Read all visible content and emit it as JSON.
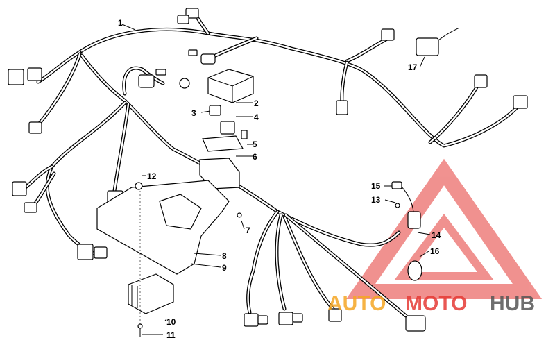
{
  "callouts": {
    "c1": "1",
    "c2": "2",
    "c3": "3",
    "c4": "4",
    "c5": "5",
    "c6": "6",
    "c7": "7",
    "c8": "8",
    "c9": "9",
    "c10": "10",
    "c11": "11",
    "c12": "12",
    "c13": "13",
    "c14": "14",
    "c15": "15",
    "c16": "16",
    "c17": "17"
  },
  "watermark": {
    "part1": "AUTO",
    "part2": "MOTO",
    "part3": "HUB",
    "color_orange": "#f5a623",
    "color_red": "#e53935",
    "color_gray": "#555555"
  }
}
